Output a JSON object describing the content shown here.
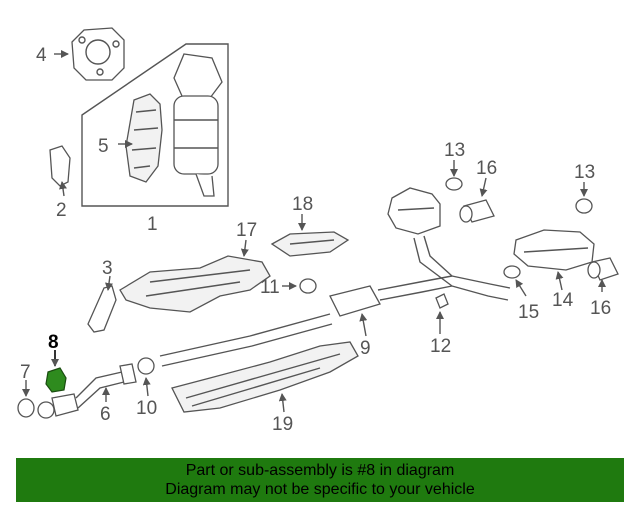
{
  "callouts": [
    "1",
    "2",
    "3",
    "4",
    "5",
    "6",
    "7",
    "8",
    "9",
    "10",
    "11",
    "12",
    "13",
    "13",
    "14",
    "15",
    "16",
    "16",
    "17",
    "18",
    "19"
  ],
  "highlight_callout": "8",
  "highlight_color": "#2e8b1e",
  "banner": {
    "line1": "Part or sub-assembly is #8 in diagram",
    "line2": "Diagram may not be specific to your vehicle",
    "background": "#1f7a0f"
  }
}
